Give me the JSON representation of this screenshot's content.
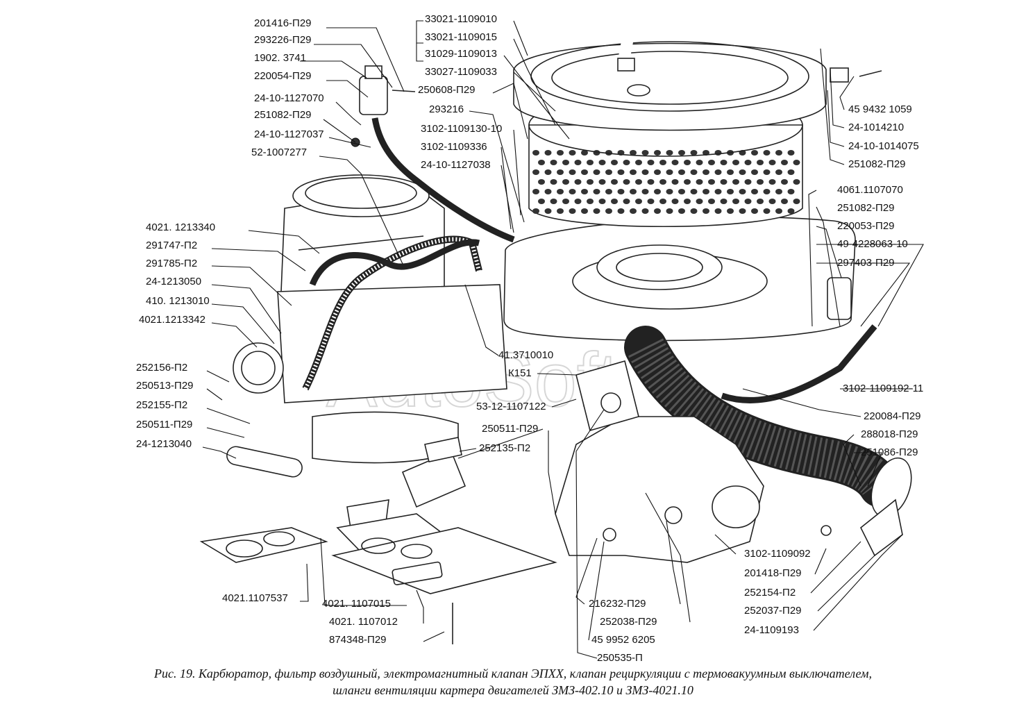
{
  "watermark": "AutoSoft",
  "caption": {
    "line1": "Рис. 19. Карбюратор, фильтр воздушный, электромагнитный клапан ЭПХХ, клапан рециркуляции с термовакуумным выключателем,",
    "line2": "шланги вентиляции картера двигателей ЗМЗ-402.10 и ЗМЗ-4021.10"
  },
  "labels": {
    "l01": "201416-П29",
    "l02": "293226-П29",
    "l03": "1902. 3741",
    "l04": "220054-П29",
    "l05": "24-10-1127070",
    "l06": "251082-П29",
    "l07": "24-10-1127037",
    "l08": "52-1007277",
    "l09": "4021. 1213340",
    "l10": "291747-П2",
    "l11": "291785-П2",
    "l12": "24-1213050",
    "l13": "410. 1213010",
    "l14": "4021.1213342",
    "l15": "252156-П2",
    "l16": "250513-П29",
    "l17": "252155-П2",
    "l18": "250511-П29",
    "l19": "24-1213040",
    "l20": "4021.1107537",
    "l21": "4021. 1107015",
    "l22": "4021. 1107012",
    "l23": "874348-П29",
    "l24": "33021-1109010",
    "l25": "33021-1109015",
    "l26": "31029-1109013",
    "l27": "33027-1109033",
    "l28": "250608-П29",
    "l29": "293216",
    "l30": "3102-1109130-10",
    "l31": "3102-1109336",
    "l32": "24-10-1127038",
    "l33": "41.3710010",
    "l34": "К151",
    "l35": "53-12-1107122",
    "l36": "250511-П29",
    "l37": "252135-П2",
    "l38": "216232-П29",
    "l39": "252038-П29",
    "l40": "45 9952 6205",
    "l41": "250535-П",
    "l42": "45 9432 1059",
    "l43": "24-1014210",
    "l44": "24-10-1014075",
    "l45": "251082-П29",
    "l46": "4061.1107070",
    "l47": "251082-П29",
    "l48": "220053-П29",
    "l49": "49-4228063-10",
    "l50": "297403-П29",
    "l51": "3102-1109192-11",
    "l52": "220084-П29",
    "l53": "288018-П29",
    "l54": "251086-П29",
    "l55": "3102-1109092",
    "l56": "201418-П29",
    "l57": "252154-П2",
    "l58": "252037-П29",
    "l59": "24-1109193"
  }
}
